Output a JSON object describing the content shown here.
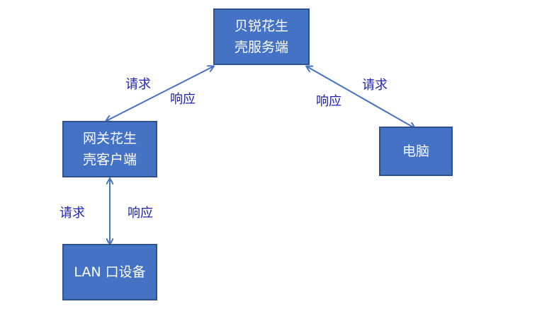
{
  "nodes": {
    "server": "贝锐花生\n壳服务端",
    "gateway": "网关花生\n壳客户端",
    "pc": "电脑",
    "lan": "LAN 口设备"
  },
  "labels": {
    "request": "请求",
    "response": "响应"
  },
  "colors": {
    "node_fill": "#4472c4",
    "node_border": "#2f528f",
    "arrow": "#4472c4",
    "label_text": "#1f1fb4"
  }
}
